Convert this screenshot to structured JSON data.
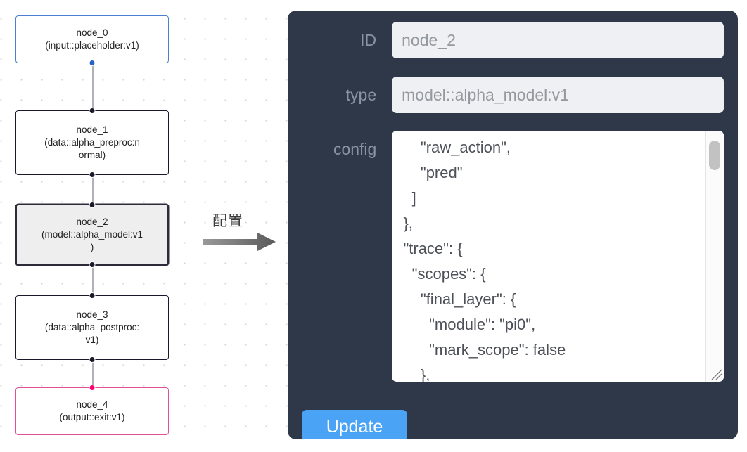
{
  "canvas": {
    "nodes": [
      {
        "id": "node_0",
        "label_line1": "node_0",
        "label_line2": "(input::placeholder:v1)",
        "kind": "input",
        "selected": false,
        "border_color": "#4a7fd4",
        "handle_color": "#2563c9"
      },
      {
        "id": "node_1",
        "label_line1": "node_1",
        "label_line2": "(data::alpha_preproc:n",
        "label_line3": "ormal)",
        "kind": "default",
        "selected": false,
        "border_color": "#1a192b",
        "handle_color": "#1a192b"
      },
      {
        "id": "node_2",
        "label_line1": "node_2",
        "label_line2": "(model::alpha_model:v1",
        "label_line3": ")",
        "kind": "default",
        "selected": true,
        "border_color": "#2b2b3a",
        "handle_color": "#1a192b"
      },
      {
        "id": "node_3",
        "label_line1": "node_3",
        "label_line2": "(data::alpha_postproc:",
        "label_line3": "v1)",
        "kind": "default",
        "selected": false,
        "border_color": "#1a192b",
        "handle_color": "#1a192b"
      },
      {
        "id": "node_4",
        "label_line1": "node_4",
        "label_line2": "(output::exit:v1)",
        "kind": "output",
        "selected": false,
        "border_color": "#e0519a",
        "handle_color": "#ff0072"
      }
    ],
    "edge_color": "#b1b1b7"
  },
  "annotation": {
    "arrow_label": "配置",
    "arrow_color": "#6f6f6f"
  },
  "panel": {
    "background": "#2f3849",
    "fields": [
      {
        "label": "ID",
        "value": "node_2",
        "name": "id-field"
      },
      {
        "label": "type",
        "value": "model::alpha_model:v1",
        "name": "type-field"
      }
    ],
    "config": {
      "label": "config",
      "value": "     \"raw_action\",\n     \"pred\"\n   ]\n },\n \"trace\": {\n   \"scopes\": {\n     \"final_layer\": {\n       \"module\": \"pi0\",\n       \"mark_scope\": false\n     },\n     \"action_model\": {"
    },
    "update_button": {
      "label": "Update",
      "color": "#4aa3f5"
    }
  }
}
